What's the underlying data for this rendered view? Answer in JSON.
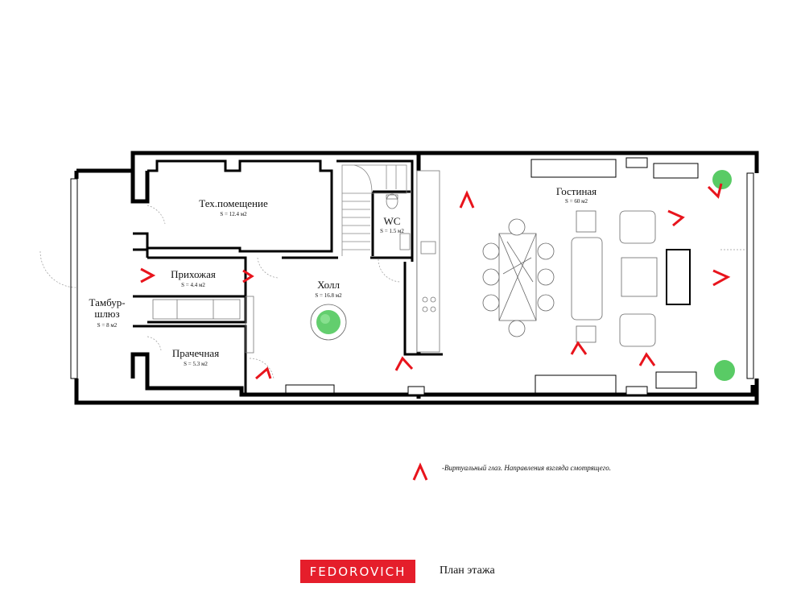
{
  "rooms": [
    {
      "key": "tech",
      "name": "Тех.помещение",
      "area": "S = 12.4 м2"
    },
    {
      "key": "wc",
      "name": "WC",
      "area": "S = 1.5 м2"
    },
    {
      "key": "hall",
      "name": "Холл",
      "area": "S = 16.8 м2"
    },
    {
      "key": "entry",
      "name": "Прихожая",
      "area": "S = 4.4 м2"
    },
    {
      "key": "laundry",
      "name": "Прачечная",
      "area": "S = 5.3 м2"
    },
    {
      "key": "vestibule",
      "name": "Тамбур-\nшлюз",
      "area": "S = 8 м2"
    },
    {
      "key": "living",
      "name": "Гостиная",
      "area": "S = 60 м2"
    }
  ],
  "legend": {
    "text": "-Виртуальный глаз. Направления взгляда смотрящего."
  },
  "brand": {
    "logo": "FEDOROVICH",
    "caption": "План этажа"
  },
  "colors": {
    "wall": "#000000",
    "eye_marker": "#e8141c",
    "plant": "#3cc24a",
    "logo_bg": "#e51e2b"
  }
}
